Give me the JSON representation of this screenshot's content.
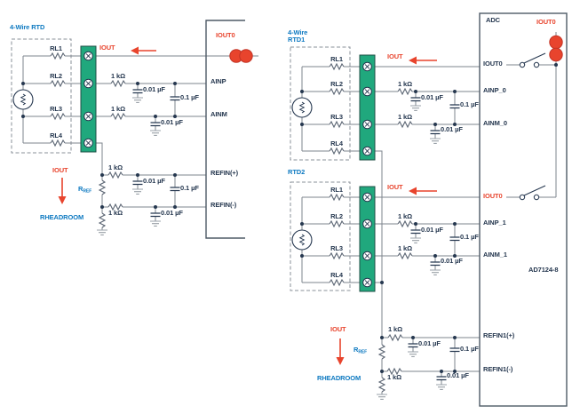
{
  "values": {
    "r1k": "1 kΩ",
    "c001": "0.01 µF",
    "c01": "0.1 µF",
    "iout": "IOUT",
    "iout0": "IOUT0",
    "rl1": "RL1",
    "rl2": "RL2",
    "rl3": "RL3",
    "rl4": "RL4",
    "rref_base": "R",
    "rref_sub": "REF",
    "rheadroom": "RHEADROOM"
  },
  "left": {
    "title": "4-Wire RTD",
    "pin_ainp": "AINP",
    "pin_ainm": "AINM",
    "pin_refp": "REFIN(+)",
    "pin_refn": "REFIN(-)"
  },
  "right": {
    "title1": "4-Wire",
    "title2": "RTD1",
    "rtd2": "RTD2",
    "adc": "ADC",
    "device": "AD7124-8",
    "pin_ainp0": "AINP_0",
    "pin_ainm0": "AINM_0",
    "pin_ainp1": "AINP_1",
    "pin_ainm1": "AINM_1",
    "pin_refp": "REFIN1(+)",
    "pin_refn": "REFIN1(-)"
  },
  "colors": {
    "terminal_green": "#20A87D",
    "accent_red": "#E8442D",
    "label_blue": "#0D79C1",
    "text_navy": "#25374F",
    "wire_gray": "#7D848D"
  }
}
